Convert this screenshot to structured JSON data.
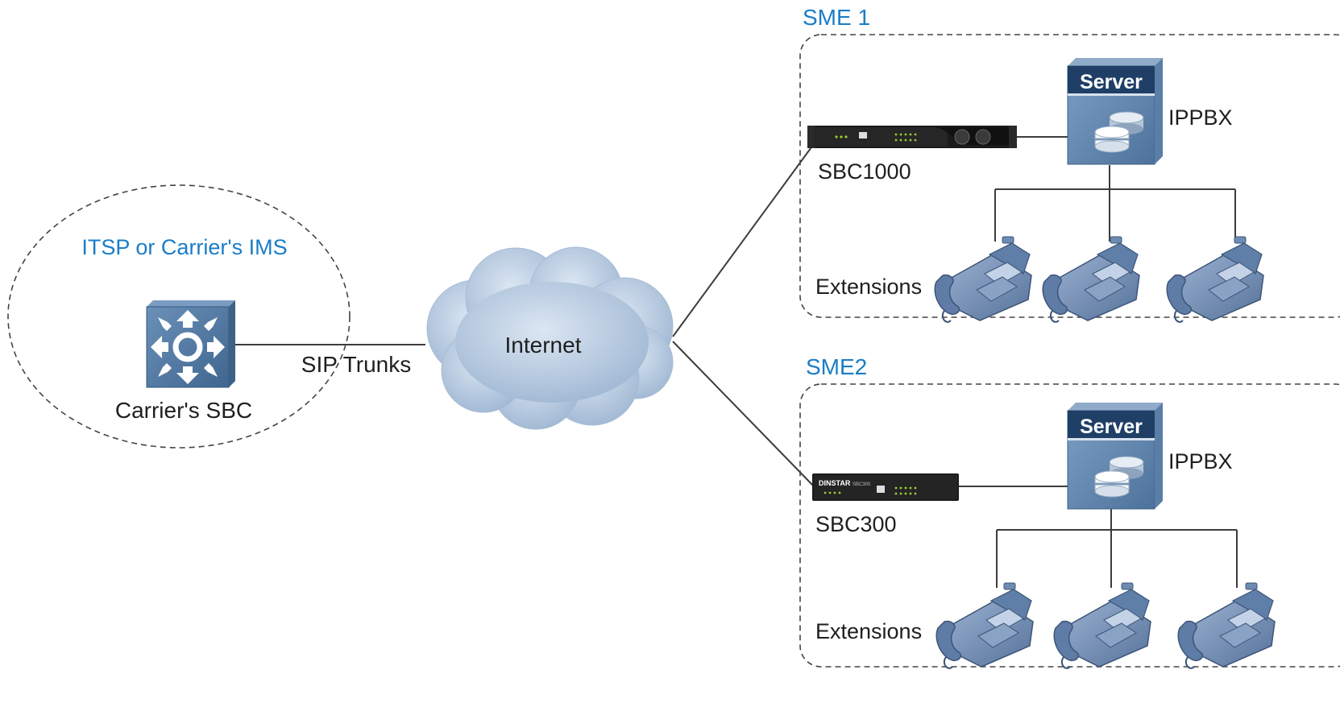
{
  "carrier": {
    "title": "ITSP or Carrier's IMS",
    "sbc_label": "Carrier's SBC"
  },
  "link": {
    "trunk_label": "SIP Trunks"
  },
  "internet": {
    "label": "Internet"
  },
  "sme1": {
    "title": "SME 1",
    "sbc_label": "SBC1000",
    "server_text": "Server",
    "pbx_label": "IPPBX",
    "extensions_label": "Extensions"
  },
  "sme2": {
    "title": "SME2",
    "sbc_label": "SBC300",
    "device_brand": "DINSTAR",
    "device_model": "SBC300",
    "server_text": "Server",
    "pbx_label": "IPPBX",
    "extensions_label": "Extensions"
  },
  "colors": {
    "accent_blue": "#1a7dc7",
    "device_blue": "#5a80a8",
    "cloud": "#b6c9e0",
    "line": "#3c3c3c"
  },
  "icons": [
    "router-icon",
    "cloud-icon",
    "server-icon",
    "database-icon",
    "phone-icon",
    "sbc-appliance-icon"
  ]
}
